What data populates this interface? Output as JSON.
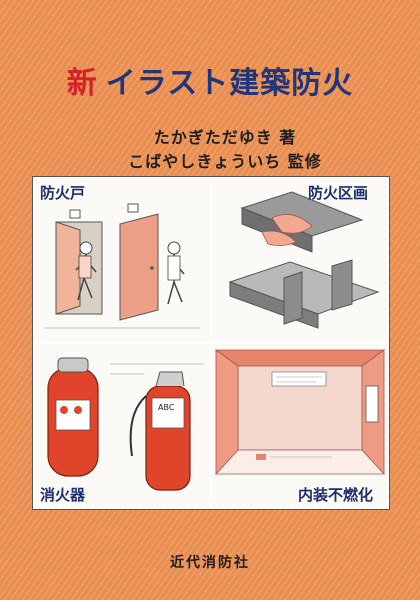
{
  "cover": {
    "title_prefix": "新",
    "title_main": "イラスト建築防火",
    "author_line": "たかぎただゆき 著",
    "supervisor_line": "こばやしきょういち 監修",
    "publisher": "近代消防社"
  },
  "panels": {
    "fire_door_label": "防火戸",
    "fire_compartment_label": "防火区画",
    "extinguisher_label": "消火器",
    "noncombustible_label": "内装不燃化"
  },
  "colors": {
    "background": "#e98f52",
    "title_accent": "#d8202a",
    "title_main": "#21357a",
    "extinguisher_red": "#e0442a"
  }
}
